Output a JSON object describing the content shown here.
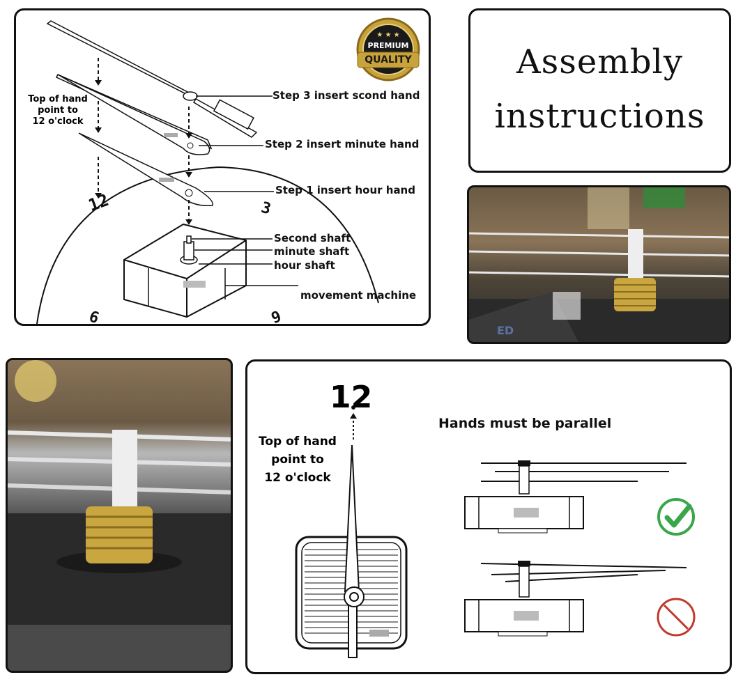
{
  "title": {
    "line1": "Assembly",
    "line2": "instructions"
  },
  "badge": {
    "stars": "★ ★ ★",
    "word1": "PREMIUM",
    "word2": "QUALITY"
  },
  "diagram": {
    "top_of_hand_note": [
      "Top of hand",
      "point to",
      "12 o'clock"
    ],
    "steps": [
      "Step 3  insert scond hand",
      "Step 2  insert minute hand",
      "Step 1  insert hour hand"
    ],
    "parts": [
      "Second shaft",
      "minute shaft",
      "hour shaft",
      "movement machine"
    ],
    "dial_numbers": [
      "12",
      "3",
      "6",
      "9"
    ]
  },
  "parallel": {
    "twelve": "12",
    "top_of_hand_note": [
      "Top of hand",
      "point to",
      "12 o'clock"
    ],
    "heading": "Hands must be parallel",
    "correct_icon": "check-circle-icon",
    "wrong_icon": "prohibited-circle-icon"
  },
  "colors": {
    "check_green": "#3aa64a",
    "prohibit_red": "#c0392b",
    "brass": "#c9a640",
    "badge_gold": "#c8a23a"
  },
  "photo_watermark": "ED"
}
